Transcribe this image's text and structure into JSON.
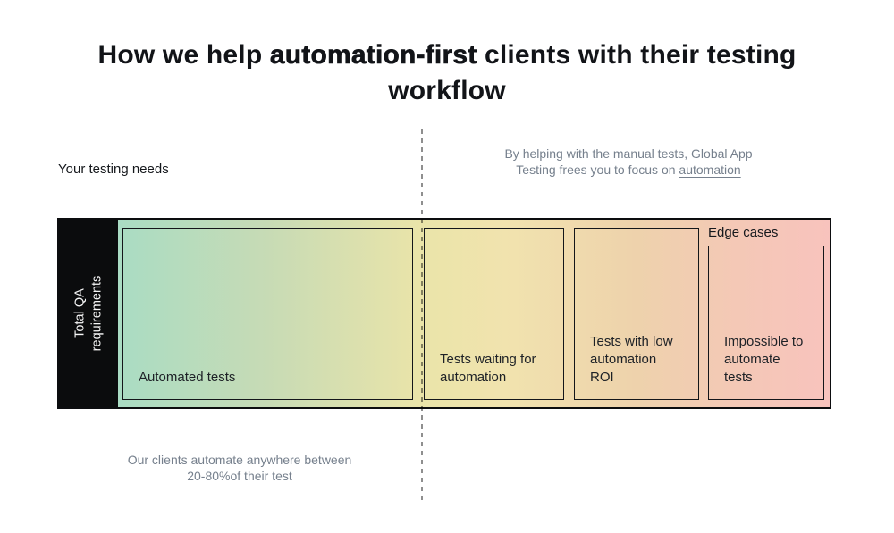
{
  "title": {
    "prefix": "How we help ",
    "strong": "automation-first",
    "suffix": " clients with their testing workflow"
  },
  "left_label": "Your testing needs",
  "right_note": {
    "text": "By helping with the manual tests, Global App\nTesting frees you to focus on ",
    "link": "automation"
  },
  "bottom_note": "Our clients automate anywhere between\n20-80%of their test",
  "bar": {
    "axis_label": "Total QA\nrequirements",
    "edge_cases_label": "Edge cases",
    "segments": [
      {
        "label": "Automated tests"
      },
      {
        "label": "Tests waiting for\nautomation"
      },
      {
        "label": "Tests with low\nautomation ROI"
      },
      {
        "label": "Impossible to\nautomate tests"
      }
    ]
  },
  "colors": {
    "gradient_start": "#a9dcc4",
    "gradient_mid": "#eae4a9",
    "gradient_end": "#f8c3bd",
    "axis_block": "#0b0c0d",
    "note_gray": "#76808d",
    "dashed_line": "#8f8f8f"
  }
}
